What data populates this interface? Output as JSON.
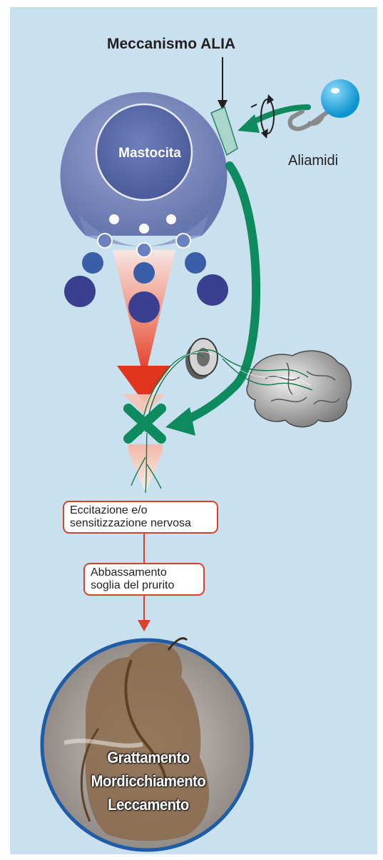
{
  "diagram": {
    "title": "Meccanismo ALIA",
    "cell_label": "Mastocita",
    "ligand_label": "Aliamidi",
    "step1_lines": [
      "Eccitazione e/o",
      "sensitizzazione nervosa"
    ],
    "step2_lines": [
      "Abbassamento",
      "soglia del prurito"
    ],
    "outcomes": [
      "Grattamento",
      "Mordicchiamento",
      "Leccamento"
    ]
  },
  "colors": {
    "background": "#c9e0ef",
    "cell": "#7284b8",
    "nucleus": "#5a6ca8",
    "granule_dark": "#3a3f8f",
    "inhibition_green": "#0d8a5e",
    "ligand_cyan": "#1aa6df",
    "box_border": "#d9412b",
    "histamine_cone": "#e8371f"
  }
}
